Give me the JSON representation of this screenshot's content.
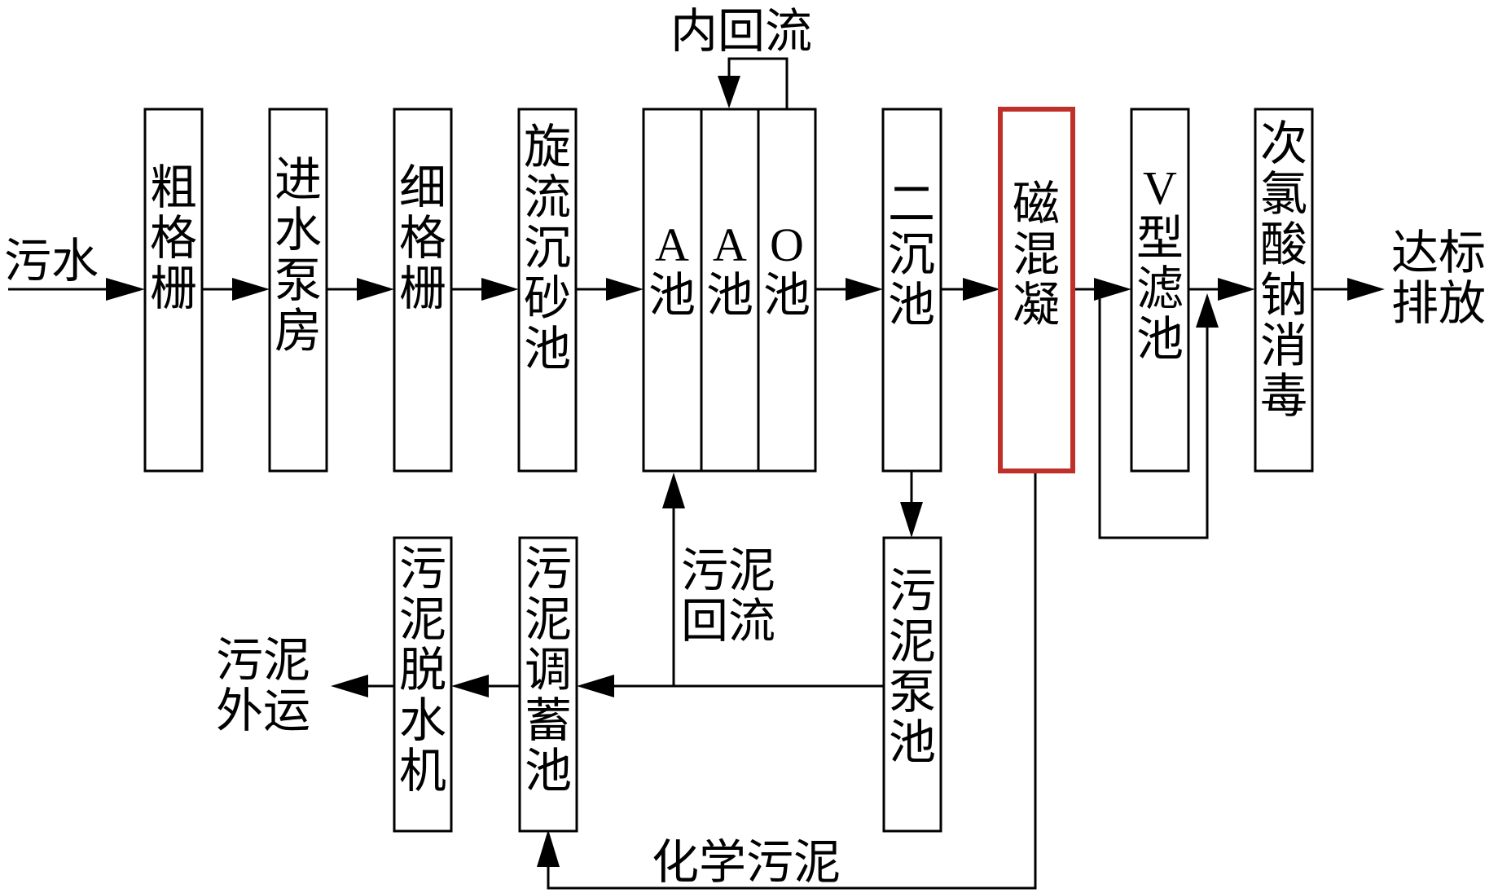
{
  "labels": {
    "inflow": "污水",
    "outflow": "达标\n排放",
    "internal_return": "内回流",
    "sludge_return": "污泥\n回流",
    "chemical_sludge": "化学污泥",
    "sludge_out": "污泥\n外运"
  },
  "units": {
    "coarse_screen": "粗格栅",
    "pump_room": "进水泵房",
    "fine_screen": "细格栅",
    "grit_chamber": "旋流沉砂池",
    "a1": "A\n池",
    "a2": "A\n池",
    "o": "O\n池",
    "secondary_clarifier": "二沉池",
    "magnetic_coag": "磁混凝",
    "v_filter": "V\n型\n滤\n池",
    "disinfection": "次氯酸钠消毒",
    "sludge_pump": "污泥泵池",
    "sludge_tank": "污泥调蓄池",
    "dewater": "污泥脱水机"
  },
  "colors": {
    "stroke": "#000000",
    "highlight": "#c0302a",
    "background": "#ffffff"
  }
}
